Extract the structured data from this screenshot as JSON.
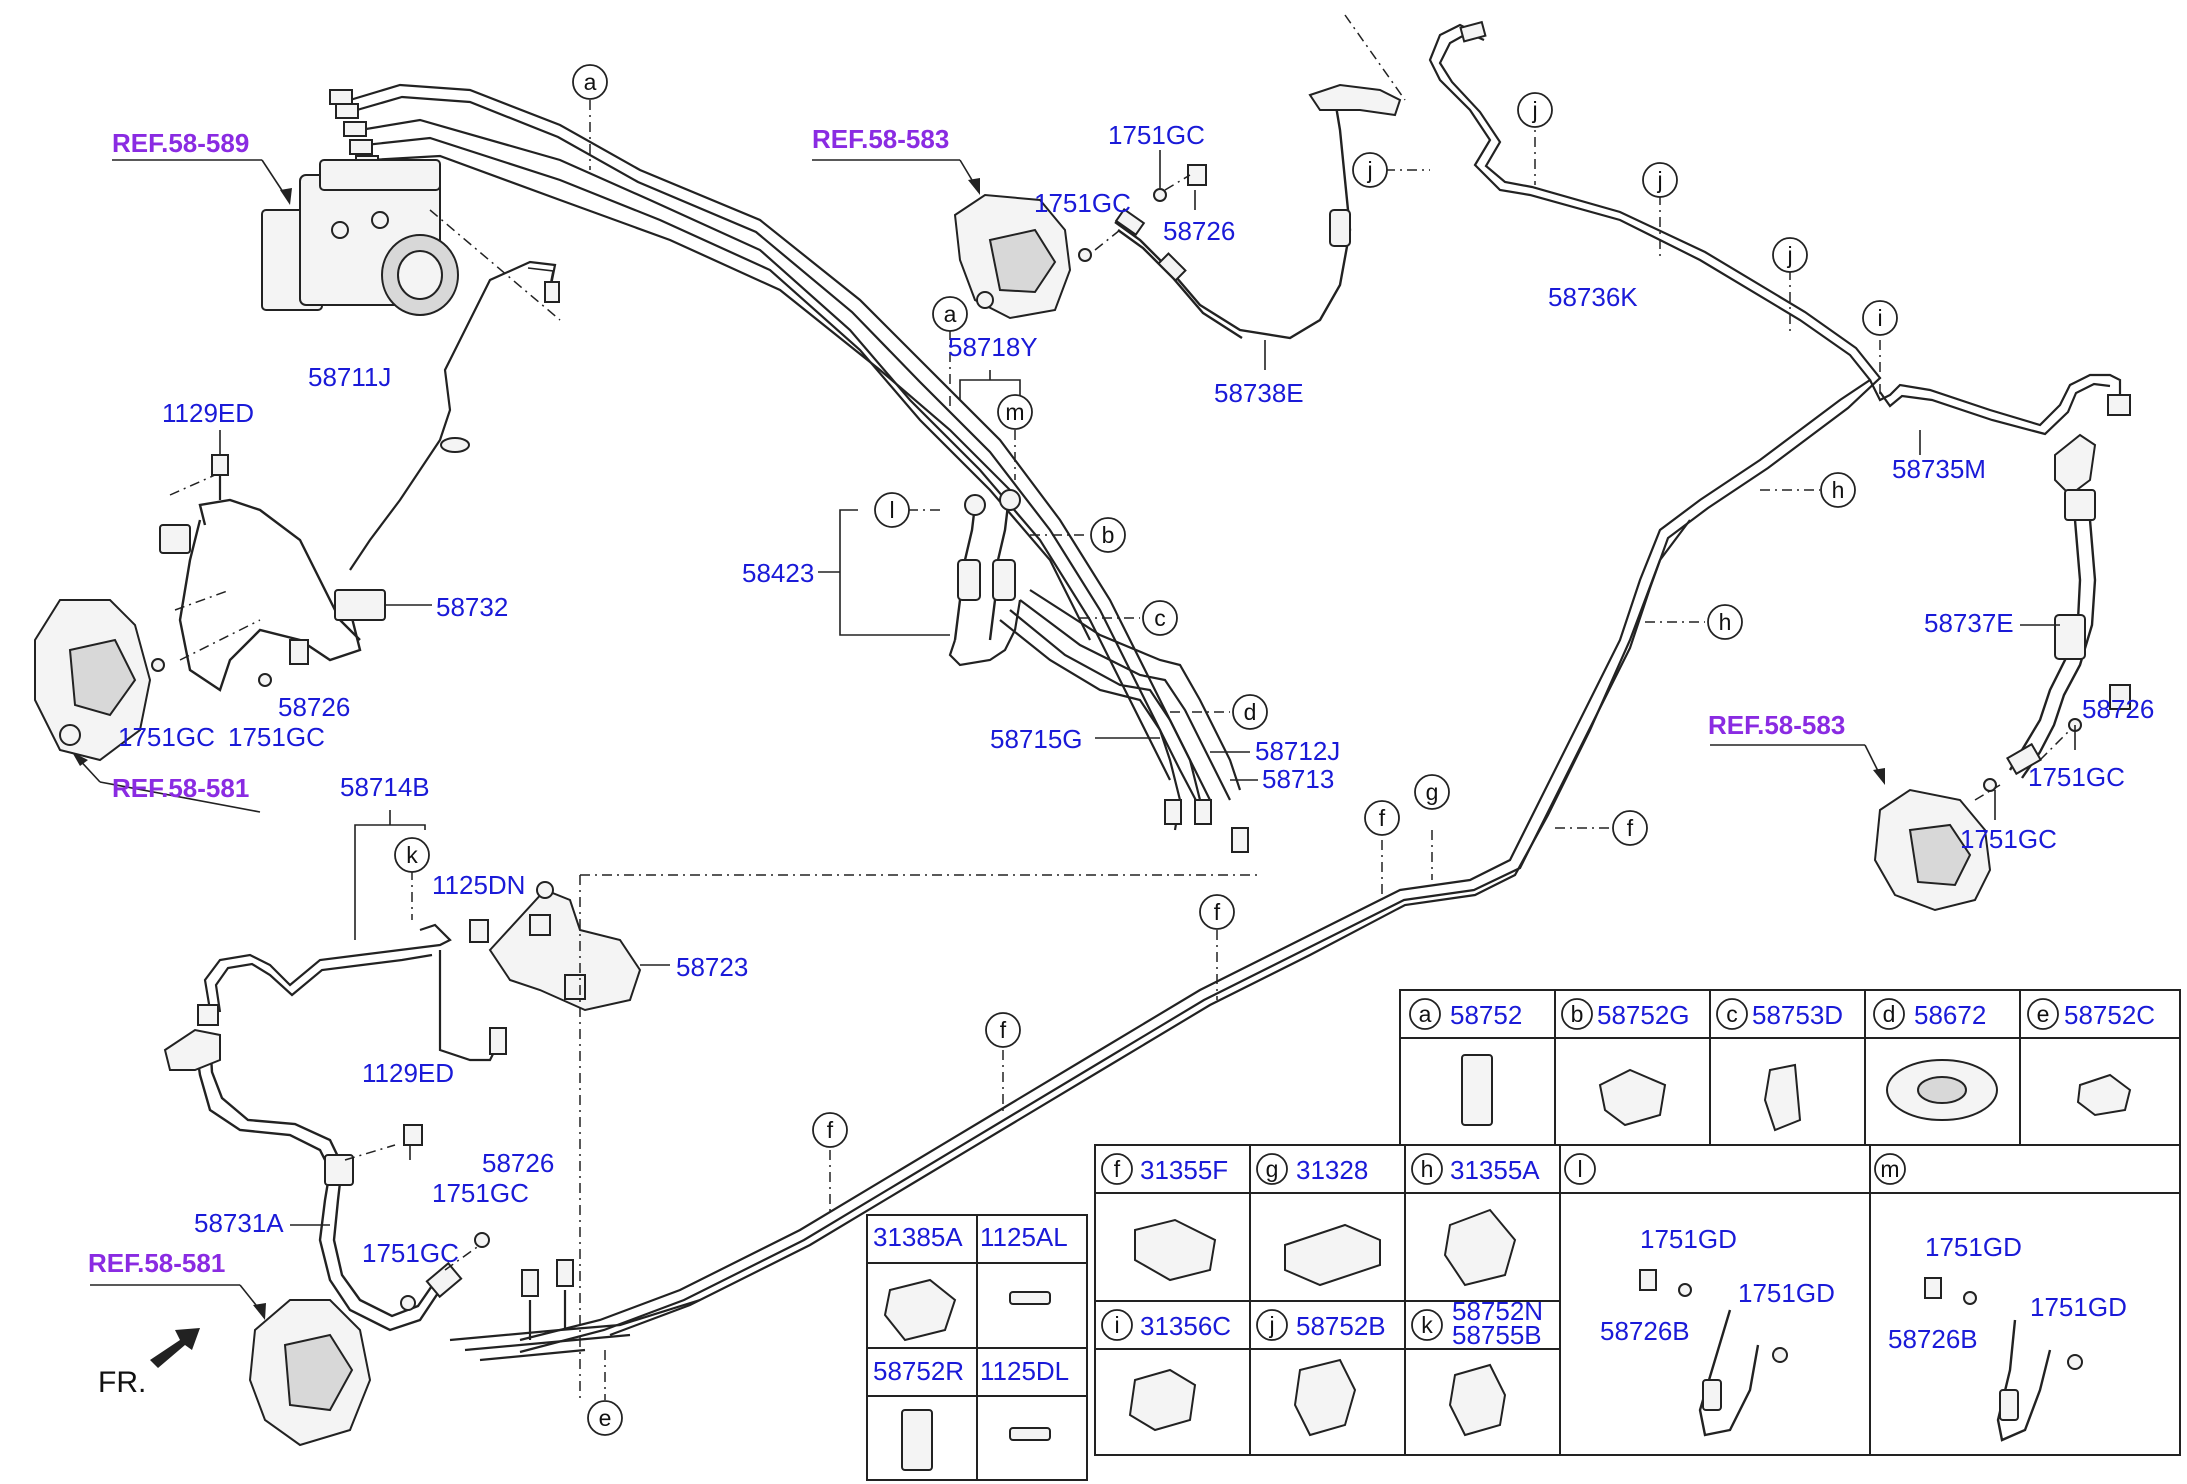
{
  "refs": {
    "abs_module": "REF.58-589",
    "front_left_caliper": "REF.58-583",
    "front_right_caliper": "REF.58-581",
    "rear_right_caliper": "REF.58-583",
    "rear_left_caliper": "REF.58-581"
  },
  "direction": "FR.",
  "labels": {
    "l58711J": "58711J",
    "l1129ED_a": "1129ED",
    "l58732": "58732",
    "l58726_a": "58726",
    "l1751GC_a": "1751GC",
    "l1751GC_b": "1751GC",
    "l1751GC_c": "1751GC",
    "l1751GC_d": "1751GC",
    "l58726_b": "58726",
    "l58738E": "58738E",
    "l58718Y": "58718Y",
    "l58423": "58423",
    "l58715G": "58715G",
    "l58712J": "58712J",
    "l58713": "58713",
    "l58736K": "58736K",
    "l58735M": "58735M",
    "l58737E": "58737E",
    "l58726_c": "58726",
    "l1751GC_e": "1751GC",
    "l1751GC_f": "1751GC",
    "l58714B": "58714B",
    "l1125DN": "1125DN",
    "l58723": "58723",
    "l1129ED_b": "1129ED",
    "l58726_d": "58726",
    "l1751GC_g": "1751GC",
    "l58731A": "58731A",
    "l1751GC_h": "1751GC"
  },
  "letters": {
    "a1": "a",
    "a2": "a",
    "b": "b",
    "c": "c",
    "d": "d",
    "e": "e",
    "f1": "f",
    "f2": "f",
    "f3": "f",
    "f4": "f",
    "f5": "f",
    "g": "g",
    "h1": "h",
    "h2": "h",
    "i": "i",
    "j1": "j",
    "j2": "j",
    "j3": "j",
    "j4": "j",
    "k": "k",
    "l": "l",
    "m": "m"
  },
  "legend_top": [
    {
      "key": "a",
      "part": "58752"
    },
    {
      "key": "b",
      "part": "58752G"
    },
    {
      "key": "c",
      "part": "58753D"
    },
    {
      "key": "d",
      "part": "58672"
    },
    {
      "key": "e",
      "part": "58752C"
    }
  ],
  "legend_mid": [
    {
      "key": "f",
      "part": "31355F"
    },
    {
      "key": "g",
      "part": "31328"
    },
    {
      "key": "h",
      "part": "31355A"
    },
    {
      "key": "l",
      "part": ""
    },
    {
      "key": "m",
      "part": ""
    }
  ],
  "legend_bottom": [
    {
      "key": "i",
      "part": "31356C"
    },
    {
      "key": "j",
      "part": "58752B"
    },
    {
      "key": "k",
      "part": "58752N",
      "part2": "58755B"
    }
  ],
  "legend_l_detail": {
    "p1": "1751GD",
    "p2": "1751GD",
    "p3": "58726B"
  },
  "legend_m_detail": {
    "p1": "1751GD",
    "p2": "1751GD",
    "p3": "58726B"
  },
  "legend_small": {
    "c1": "31385A",
    "c2": "1125AL",
    "c3": "58752R",
    "c4": "1125DL"
  }
}
